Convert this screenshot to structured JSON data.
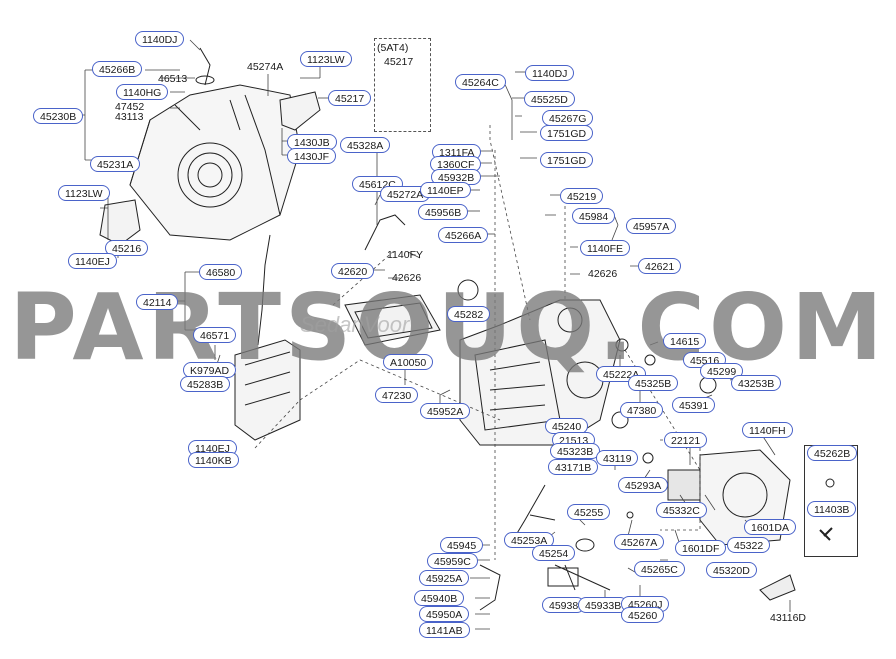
{
  "watermark": "PARTSOUQ.COM",
  "watermark_small": "SedanVoor",
  "variant_label": "(5AT4)",
  "parts": {
    "p1140DJ_a": "1140DJ",
    "p45266B": "45266B",
    "p46513": "46513",
    "p1140HG": "1140HG",
    "p47452": "47452",
    "p43113": "43113",
    "p45230B": "45230B",
    "p45231A": "45231A",
    "p45274A": "45274A",
    "p1123LW_a": "1123LW",
    "p45217_a": "45217",
    "p45217_b": "45217",
    "p1430JB": "1430JB",
    "p1430JF": "1430JF",
    "p45264C": "45264C",
    "p1140DJ_b": "1140DJ",
    "p45525D": "45525D",
    "p45267G": "45267G",
    "p1751GD_a": "1751GD",
    "p1751GD_b": "1751GD",
    "p45328A": "45328A",
    "p1311FA": "1311FA",
    "p1360CF": "1360CF",
    "p45932B": "45932B",
    "p45612C": "45612C",
    "p45272A": "45272A",
    "p1140EP": "1140EP",
    "p45956B": "45956B",
    "p45266A": "45266A",
    "p45219": "45219",
    "p45984": "45984",
    "p45957A": "45957A",
    "p1140FE": "1140FE",
    "p1123LW_b": "1123LW",
    "p45216": "45216",
    "p1140EJ_a": "1140EJ",
    "p1140FY": "1140FY",
    "p42620": "42620",
    "p42626_a": "42626",
    "p42626_b": "42626",
    "p42621": "42621",
    "p46580": "46580",
    "p42114": "42114",
    "p45282": "45282",
    "p46571": "46571",
    "pK979AD": "K979AD",
    "p45283B": "45283B",
    "pA10050": "A10050",
    "p47230": "47230",
    "p45952A": "45952A",
    "p14615": "14615",
    "p45222A": "45222A",
    "p45516": "45516",
    "p45299": "45299",
    "p45325B": "45325B",
    "p43253B": "43253B",
    "p45391": "45391",
    "p47380": "47380",
    "p45240": "45240",
    "p21513": "21513",
    "p45323B": "45323B",
    "p43119": "43119",
    "p43171B": "43171B",
    "p1140EJ_b": "1140EJ",
    "p1140KB": "1140KB",
    "p22121": "22121",
    "p1140FH": "1140FH",
    "p45262B": "45262B",
    "p45293A": "45293A",
    "p45332C": "45332C",
    "p11403B": "11403B",
    "p45255": "45255",
    "p45253A": "45253A",
    "p45254": "45254",
    "p45945": "45945",
    "p45959C": "45959C",
    "p45925A": "45925A",
    "p45940B": "45940B",
    "p45950A": "45950A",
    "p1141AB": "1141AB",
    "p45267A": "45267A",
    "p1601DA": "1601DA",
    "p1601DF": "1601DF",
    "p45322": "45322",
    "p45265C": "45265C",
    "p45320D": "45320D",
    "p45938": "45938",
    "p45933B": "45933B",
    "p45260J": "45260J",
    "p45260": "45260",
    "p43116D": "43116D"
  }
}
